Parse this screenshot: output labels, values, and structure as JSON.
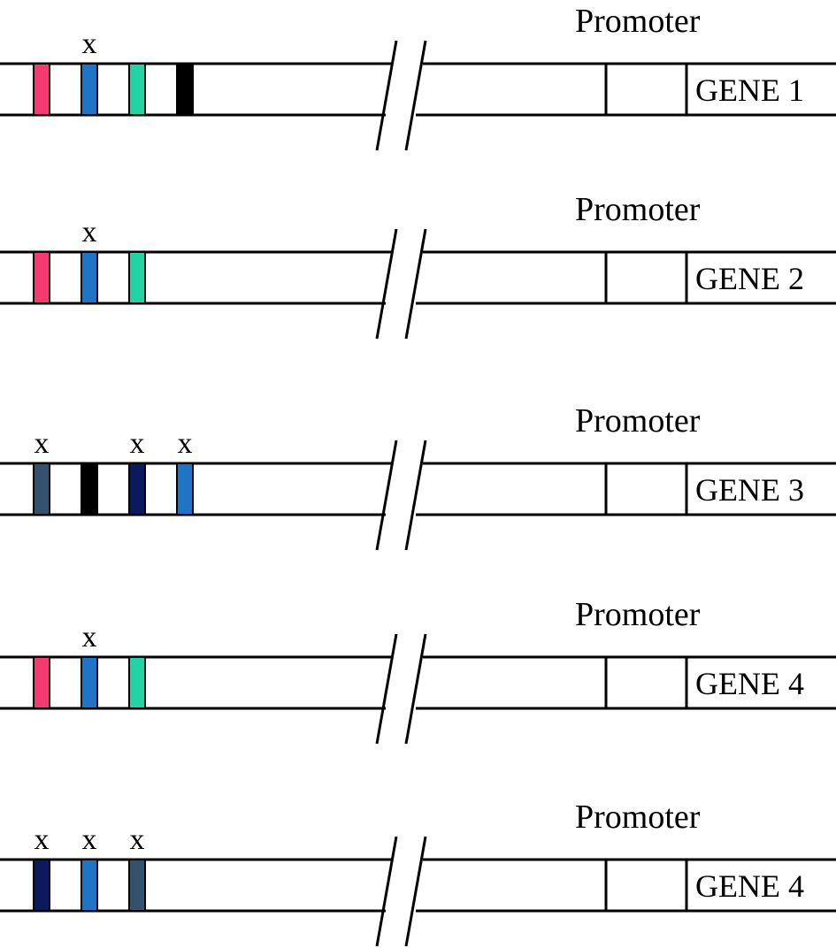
{
  "palette": {
    "pink": "#f43a72",
    "blue": "#1f74c6",
    "teal": "#23d3a3",
    "black": "#000000",
    "slate": "#34526e",
    "navy": "#0b1a5c"
  },
  "rows": [
    {
      "promoter_label": "Promoter",
      "gene_label": "GENE 1",
      "elements": [
        {
          "color": "pink",
          "mark": ""
        },
        {
          "color": "blue",
          "mark": "x"
        },
        {
          "color": "teal",
          "mark": ""
        },
        {
          "color": "black",
          "mark": ""
        }
      ]
    },
    {
      "promoter_label": "Promoter",
      "gene_label": "GENE 2",
      "elements": [
        {
          "color": "pink",
          "mark": ""
        },
        {
          "color": "blue",
          "mark": "x"
        },
        {
          "color": "teal",
          "mark": ""
        }
      ]
    },
    {
      "promoter_label": "Promoter",
      "gene_label": "GENE 3",
      "elements": [
        {
          "color": "slate",
          "mark": "x"
        },
        {
          "color": "black",
          "mark": ""
        },
        {
          "color": "navy",
          "mark": "x"
        },
        {
          "color": "blue",
          "mark": "x"
        }
      ]
    },
    {
      "promoter_label": "Promoter",
      "gene_label": "GENE 4",
      "elements": [
        {
          "color": "pink",
          "mark": ""
        },
        {
          "color": "blue",
          "mark": "x"
        },
        {
          "color": "teal",
          "mark": ""
        }
      ]
    },
    {
      "promoter_label": "Promoter",
      "gene_label": "GENE 4",
      "elements": [
        {
          "color": "navy",
          "mark": "x"
        },
        {
          "color": "blue",
          "mark": "x"
        },
        {
          "color": "slate",
          "mark": "x"
        }
      ]
    }
  ]
}
